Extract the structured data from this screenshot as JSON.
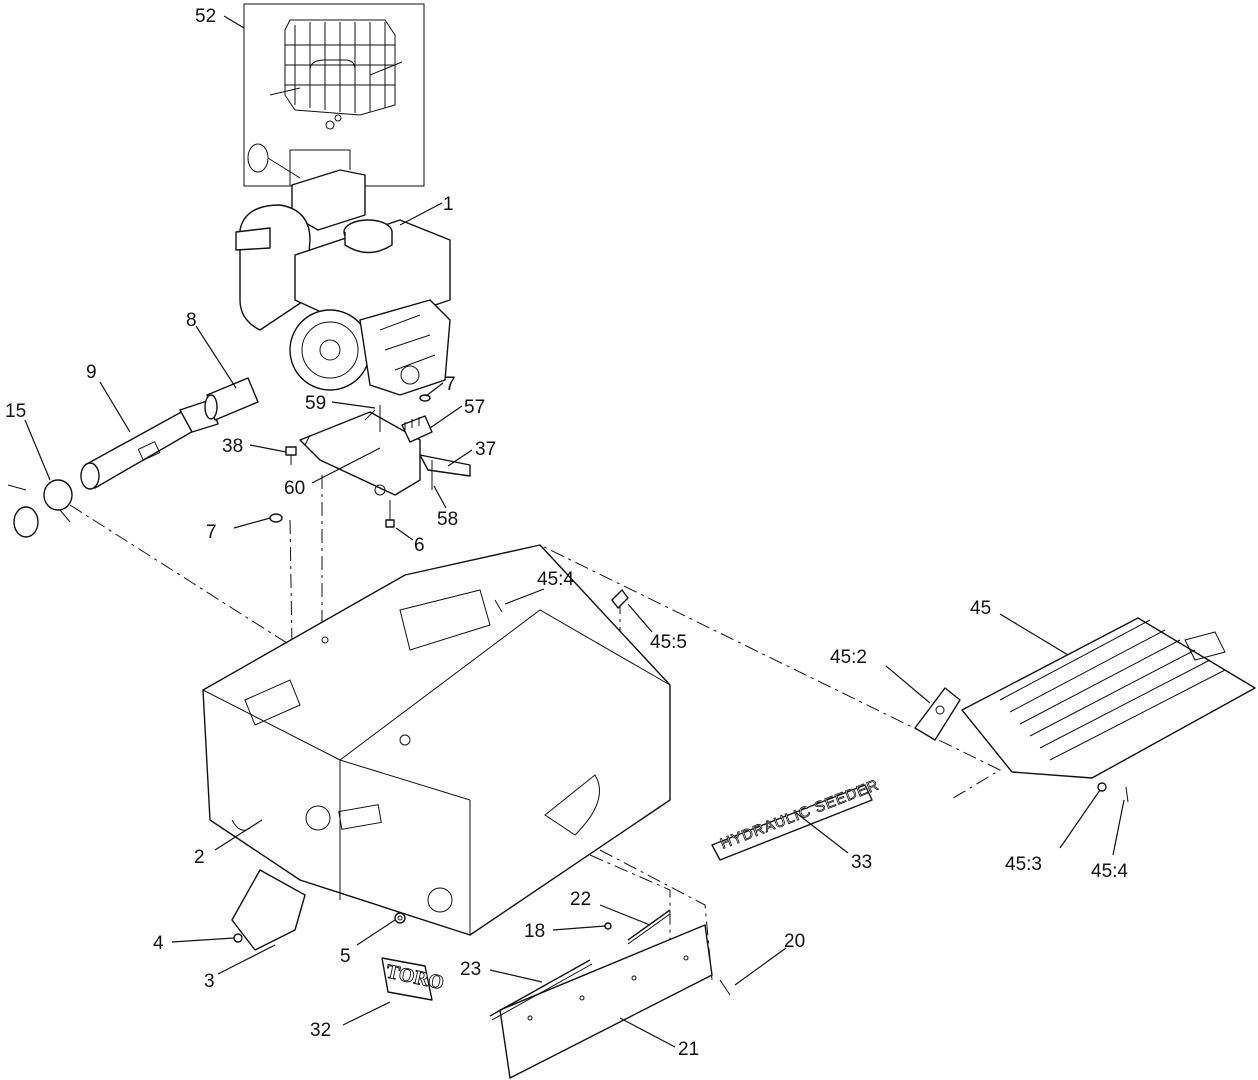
{
  "callouts": {
    "c52": "52",
    "c1": "1",
    "c8": "8",
    "c9": "9",
    "c15": "15",
    "c7a": "7",
    "c59": "59",
    "c57": "57",
    "c38": "38",
    "c37": "37",
    "c60": "60",
    "c58": "58",
    "c7b": "7",
    "c6": "6",
    "c45_4a": "45:4",
    "c45_5": "45:5",
    "c45": "45",
    "c45_2": "45:2",
    "c2": "2",
    "c33": "33",
    "c45_3": "45:3",
    "c45_4b": "45:4",
    "c22": "22",
    "c18": "18",
    "c20": "20",
    "c4": "4",
    "c5": "5",
    "c23": "23",
    "c3": "3",
    "c32": "32",
    "c21": "21"
  },
  "decal_text": "HYDRAULIC SEEDER",
  "logo_text": "TORO"
}
